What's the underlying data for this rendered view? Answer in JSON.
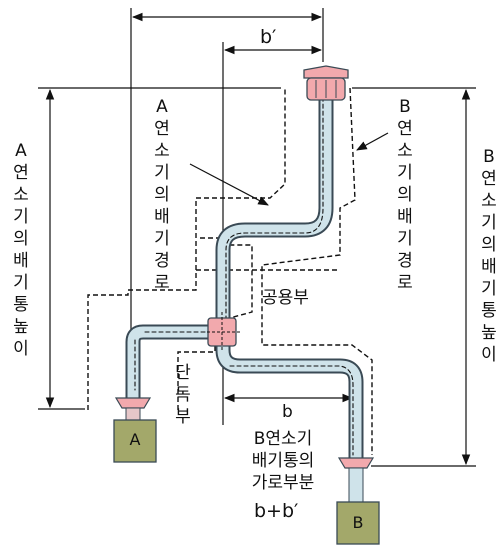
{
  "labels": {
    "dim_b_prime": "b′",
    "a_route": "A연소기의배기경로",
    "b_route": "B연소기의배기경로",
    "a_height": "A연소기의배기통높이",
    "b_height": "B연소기의배기통높이",
    "common": "공용부",
    "single": "단독부",
    "dim_b": "b",
    "b_horizontal": [
      "B연소기",
      "배기통의",
      "가로부분"
    ],
    "b_plus_bprime": "b+b′",
    "unit_a": "A",
    "unit_b": "B"
  },
  "colors": {
    "pipe_fill": "#cfe3ea",
    "pipe_edge": "#3a4a55",
    "cap_fill": "#f2a9ad",
    "heater_fill": "#a3a86a",
    "line": "#111111"
  }
}
